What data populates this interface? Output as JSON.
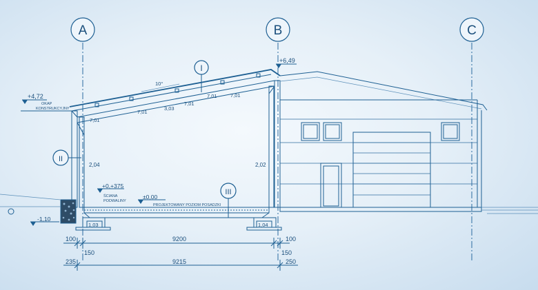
{
  "axes": [
    {
      "id": "A",
      "label": "A"
    },
    {
      "id": "B",
      "label": "B"
    },
    {
      "id": "C",
      "label": "C"
    }
  ],
  "elements": [
    {
      "id": "I",
      "label": "I"
    },
    {
      "id": "II",
      "label": "II"
    },
    {
      "id": "III",
      "label": "III"
    }
  ],
  "levels": {
    "ridge": "+6,49",
    "eave": "+4,72",
    "eave_note_1": "OKAP",
    "eave_note_2": "KONSTRUKCYJNY",
    "wall_top": "+0,+375",
    "wall_note_1": "ŚCIANA",
    "wall_note_2": "PODWALINY",
    "floor": "±0,00",
    "floor_note": "PROJEKTOWANY POZIOM POSADZKI",
    "foundation": "-1,10"
  },
  "roof": {
    "slope": "10°",
    "dims": [
      "7,01",
      "7,01",
      "3,03",
      "7,01",
      "7,01",
      "7,01"
    ]
  },
  "walls": {
    "left_height": "2,04",
    "right_height": "2,02"
  },
  "footings": {
    "left": "1,03",
    "right": "1,04"
  },
  "dimensions": {
    "row1_left": "100",
    "row1_mid": "9200",
    "row1_right": "100",
    "row1_left_sub": "150",
    "row1_right_sub": "150",
    "row2_left": "235",
    "row2_mid": "9215",
    "row2_right": "250"
  },
  "colors": {
    "line": "#1d5f92",
    "background": "#e6f0f8",
    "text": "#1b4f7c"
  }
}
